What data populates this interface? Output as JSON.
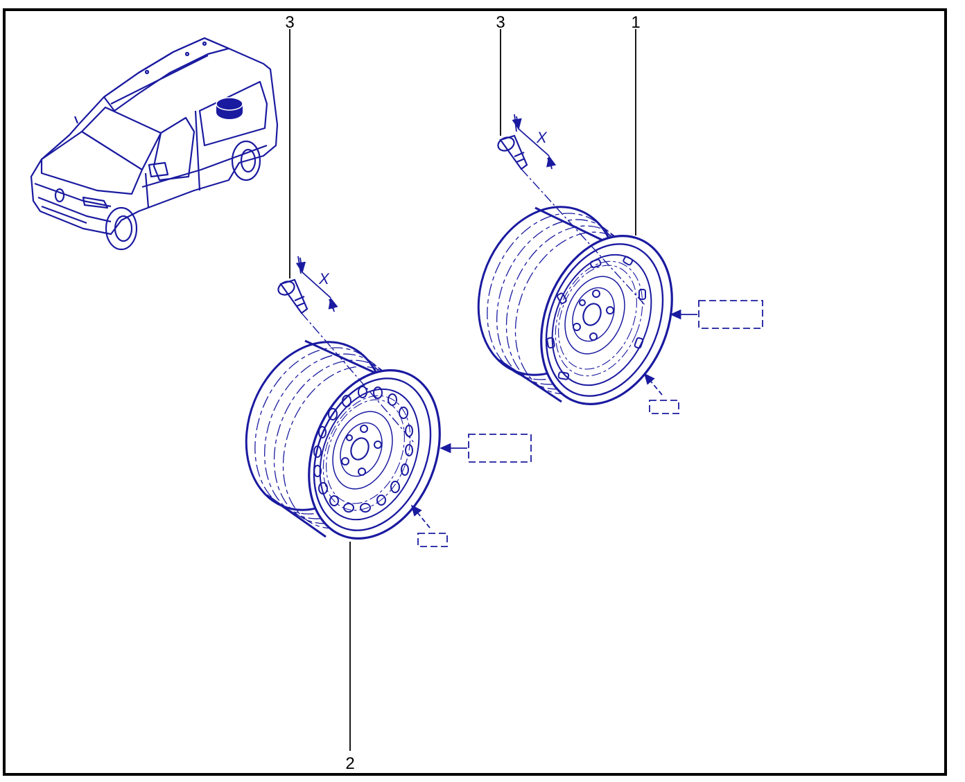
{
  "colors": {
    "ink": "#1a1aa0",
    "frame": "#000000",
    "callout": "#000000",
    "background": "#ffffff"
  },
  "callouts": {
    "wheel_right": "1",
    "wheel_left": "2",
    "valve_left": "3",
    "valve_right": "3"
  },
  "dimensions": {
    "valve_left_x": "X",
    "valve_right_x": "X"
  }
}
